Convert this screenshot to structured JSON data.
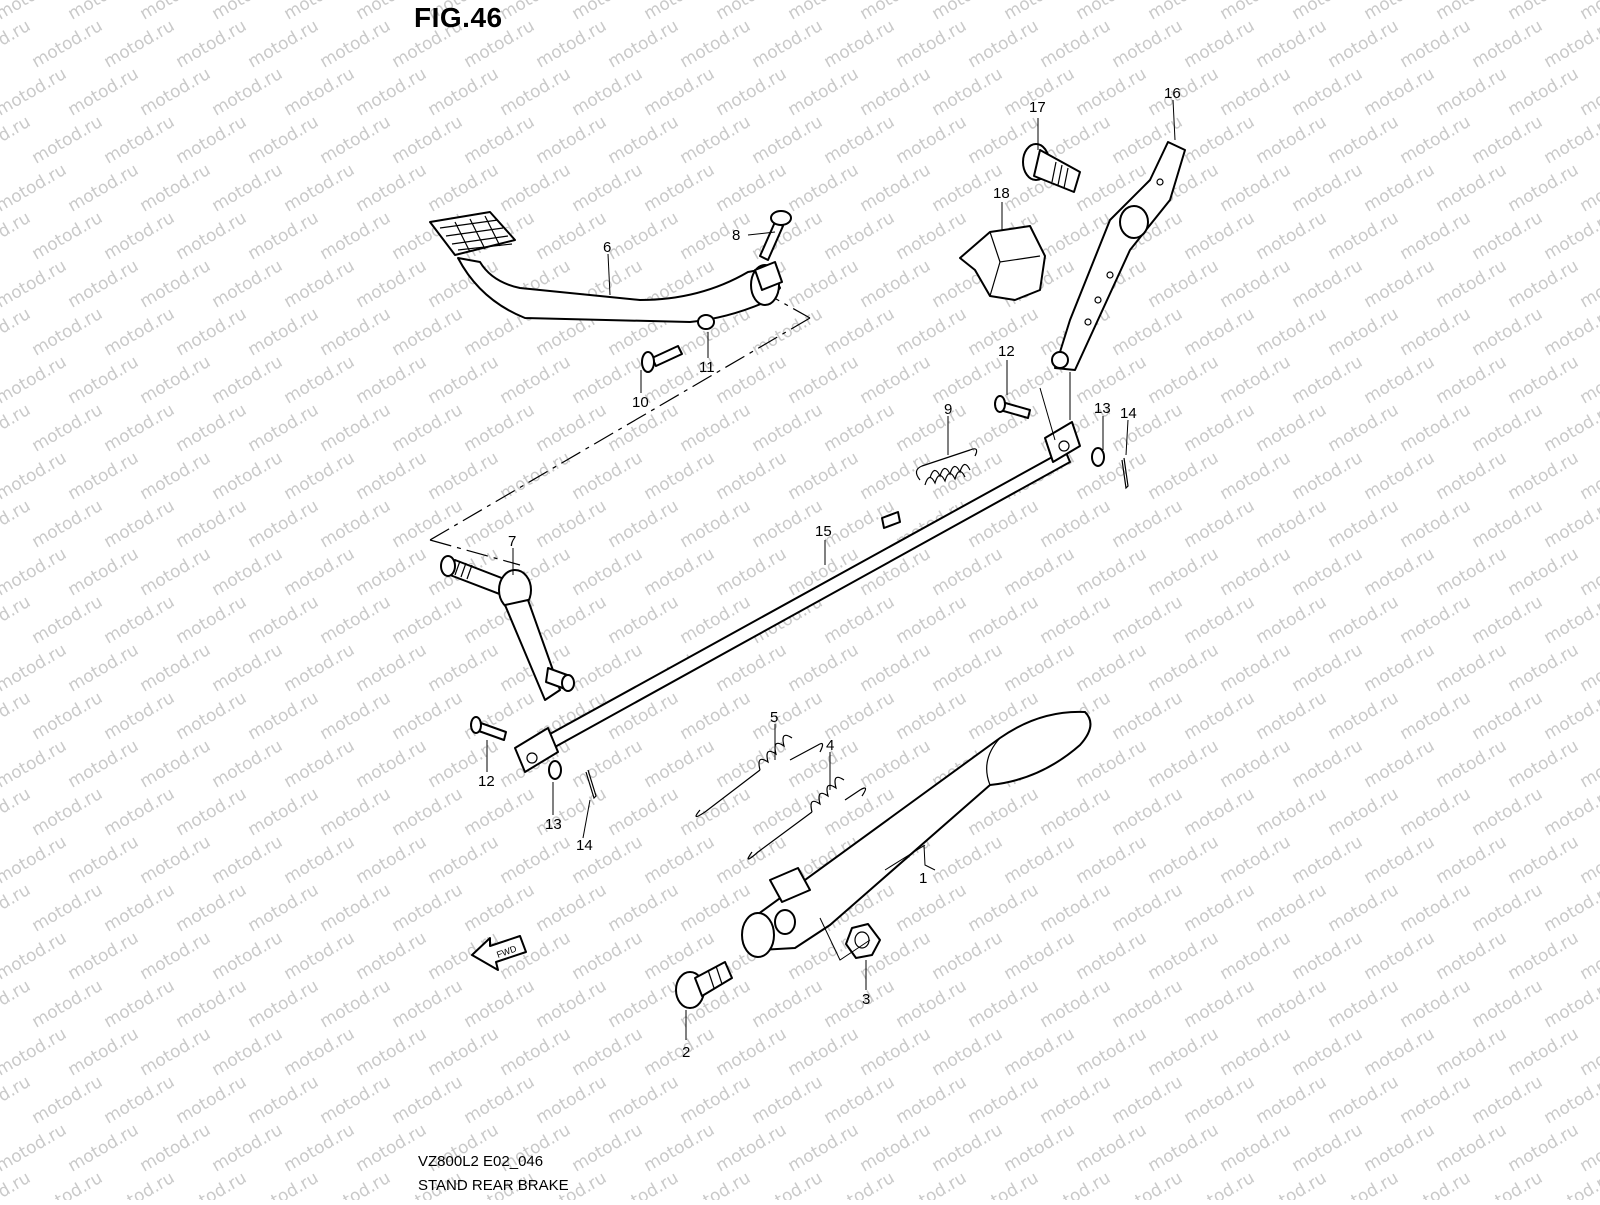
{
  "figure": {
    "title": "FIG.46",
    "code": "VZ800L2 E02_046",
    "caption": "STAND REAR BRAKE",
    "watermark": "motod.ru",
    "fwd_label": "FWD"
  },
  "callouts": [
    {
      "id": "c1",
      "label": "1"
    },
    {
      "id": "c2",
      "label": "2"
    },
    {
      "id": "c3",
      "label": "3"
    },
    {
      "id": "c4",
      "label": "4"
    },
    {
      "id": "c5",
      "label": "5"
    },
    {
      "id": "c6",
      "label": "6"
    },
    {
      "id": "c7",
      "label": "7"
    },
    {
      "id": "c8",
      "label": "8"
    },
    {
      "id": "c9",
      "label": "9"
    },
    {
      "id": "c10",
      "label": "10"
    },
    {
      "id": "c11",
      "label": "11"
    },
    {
      "id": "c12a",
      "label": "12"
    },
    {
      "id": "c12b",
      "label": "12"
    },
    {
      "id": "c13a",
      "label": "13"
    },
    {
      "id": "c13b",
      "label": "13"
    },
    {
      "id": "c14a",
      "label": "14"
    },
    {
      "id": "c14b",
      "label": "14"
    },
    {
      "id": "c15",
      "label": "15"
    },
    {
      "id": "c16",
      "label": "16"
    },
    {
      "id": "c17",
      "label": "17"
    },
    {
      "id": "c18",
      "label": "18"
    }
  ]
}
